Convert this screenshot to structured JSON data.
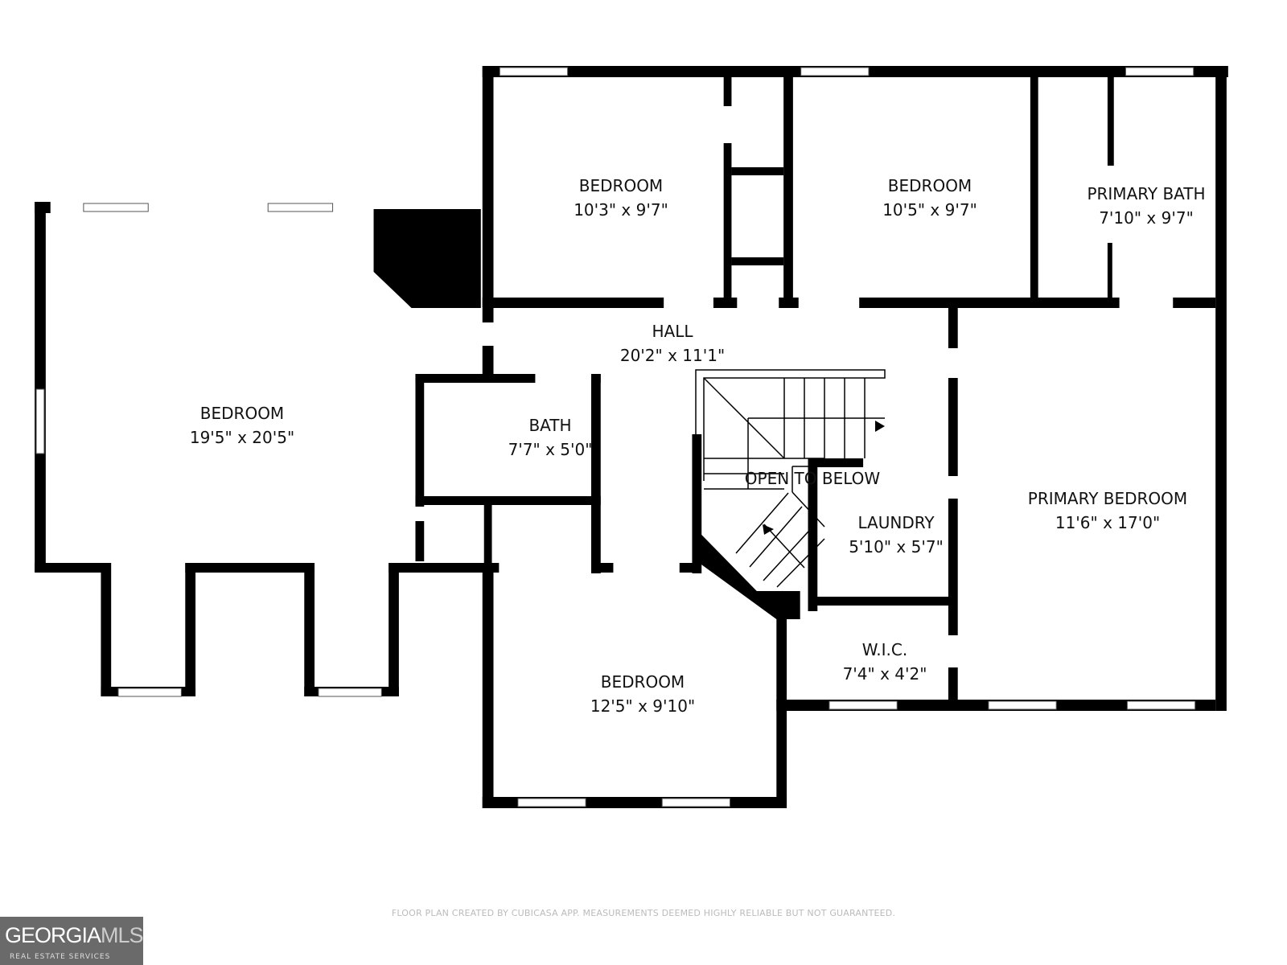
{
  "rooms": [
    {
      "name": "BEDROOM",
      "size": "10'3\" x 9'7\""
    },
    {
      "name": "BEDROOM",
      "size": "10'5\" x 9'7\""
    },
    {
      "name": "PRIMARY BATH",
      "size": "7'10\" x 9'7\""
    },
    {
      "name": "HALL",
      "size": "20'2\" x 11'1\""
    },
    {
      "name": "BEDROOM",
      "size": "19'5\" x 20'5\""
    },
    {
      "name": "BATH",
      "size": "7'7\" x 5'0\""
    },
    {
      "name": "LAUNDRY",
      "size": "5'10\" x 5'7\""
    },
    {
      "name": "PRIMARY BEDROOM",
      "size": "11'6\" x 17'0\""
    },
    {
      "name": "W.I.C.",
      "size": "7'4\" x 4'2\""
    },
    {
      "name": "BEDROOM",
      "size": "12'5\" x 9'10\""
    }
  ],
  "stair_label": "OPEN TO BELOW",
  "footer": "FLOOR PLAN CREATED BY CUBICASA APP. MEASUREMENTS DEEMED HIGHLY RELIABLE BUT NOT GUARANTEED.",
  "logo": {
    "brand": "GEORGIA",
    "brand_suffix": "MLS",
    "tagline": "REAL ESTATE SERVICES"
  },
  "colors": {
    "wall": "#000000",
    "background": "#ffffff",
    "logo_bg": "#6a6a6a"
  }
}
